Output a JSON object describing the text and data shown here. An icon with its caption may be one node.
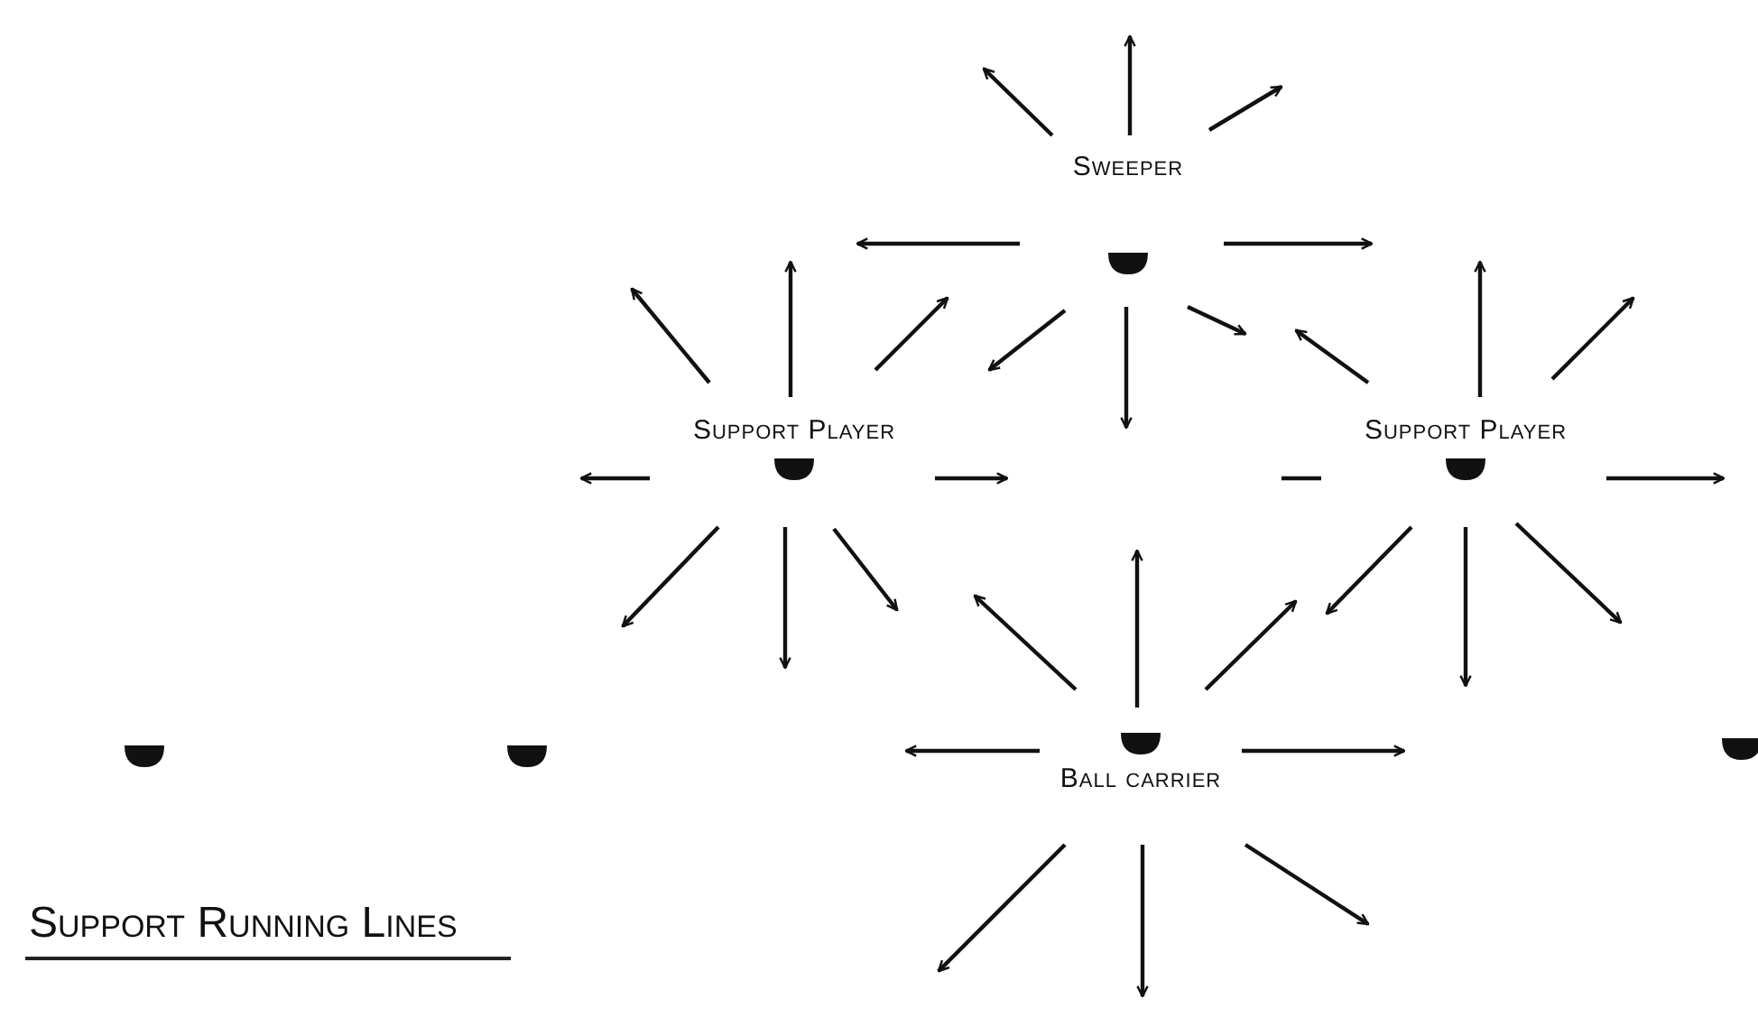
{
  "diagram": {
    "title": "Support Running Lines",
    "nodes": [
      {
        "text": [
          "Sweeper"
        ]
      },
      {
        "text": [
          "Support Player"
        ]
      },
      {
        "text": [
          "Support Player"
        ]
      },
      {
        "text": [],
        "shape": "semicircle"
      },
      {
        "text": [],
        "shape": "semicircle"
      },
      {
        "text": [
          "Ball carrier"
        ]
      },
      {
        "text": [],
        "shape": "semicircle"
      }
    ]
  }
}
